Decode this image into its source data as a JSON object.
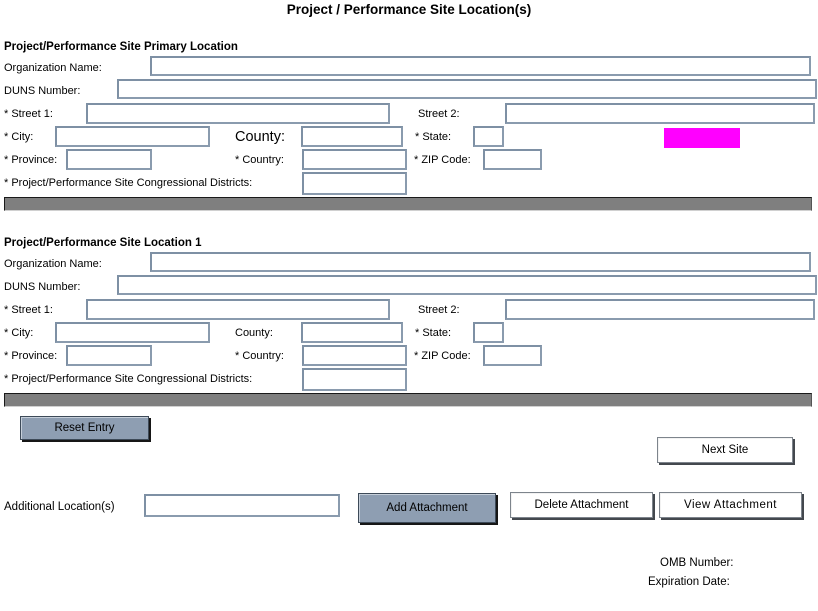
{
  "title": "Project / Performance Site Location(s)",
  "colors": {
    "highlight_magenta": "#ff00ff",
    "divider_gray": "#7f7f7f",
    "primary_button_blue": "#8e9eb2",
    "input_border": "#8a9bae"
  },
  "field_labels": {
    "organization_name": "Organization Name:",
    "duns_number": "DUNS Number:",
    "street1": "* Street 1:",
    "street2": "Street 2:",
    "city": "* City:",
    "county": "County:",
    "state": "* State:",
    "province": "* Province:",
    "country": "* Country:",
    "zip_code": "* ZIP Code:",
    "congressional_districts": "* Project/Performance Site Congressional Districts:"
  },
  "sections": [
    {
      "header": "Project/Performance Site Primary Location"
    },
    {
      "header": "Project/Performance Site Location 1"
    }
  ],
  "buttons": {
    "reset_entry": "Reset Entry",
    "next_site": "Next Site",
    "add_attachment": "Add Attachment",
    "delete_attachment": "Delete Attachment",
    "view_attachment": "View Attachment"
  },
  "additional": {
    "label": "Additional Location(s)"
  },
  "footer": {
    "omb_number": "OMB Number:",
    "expiration_date": "Expiration Date:"
  }
}
